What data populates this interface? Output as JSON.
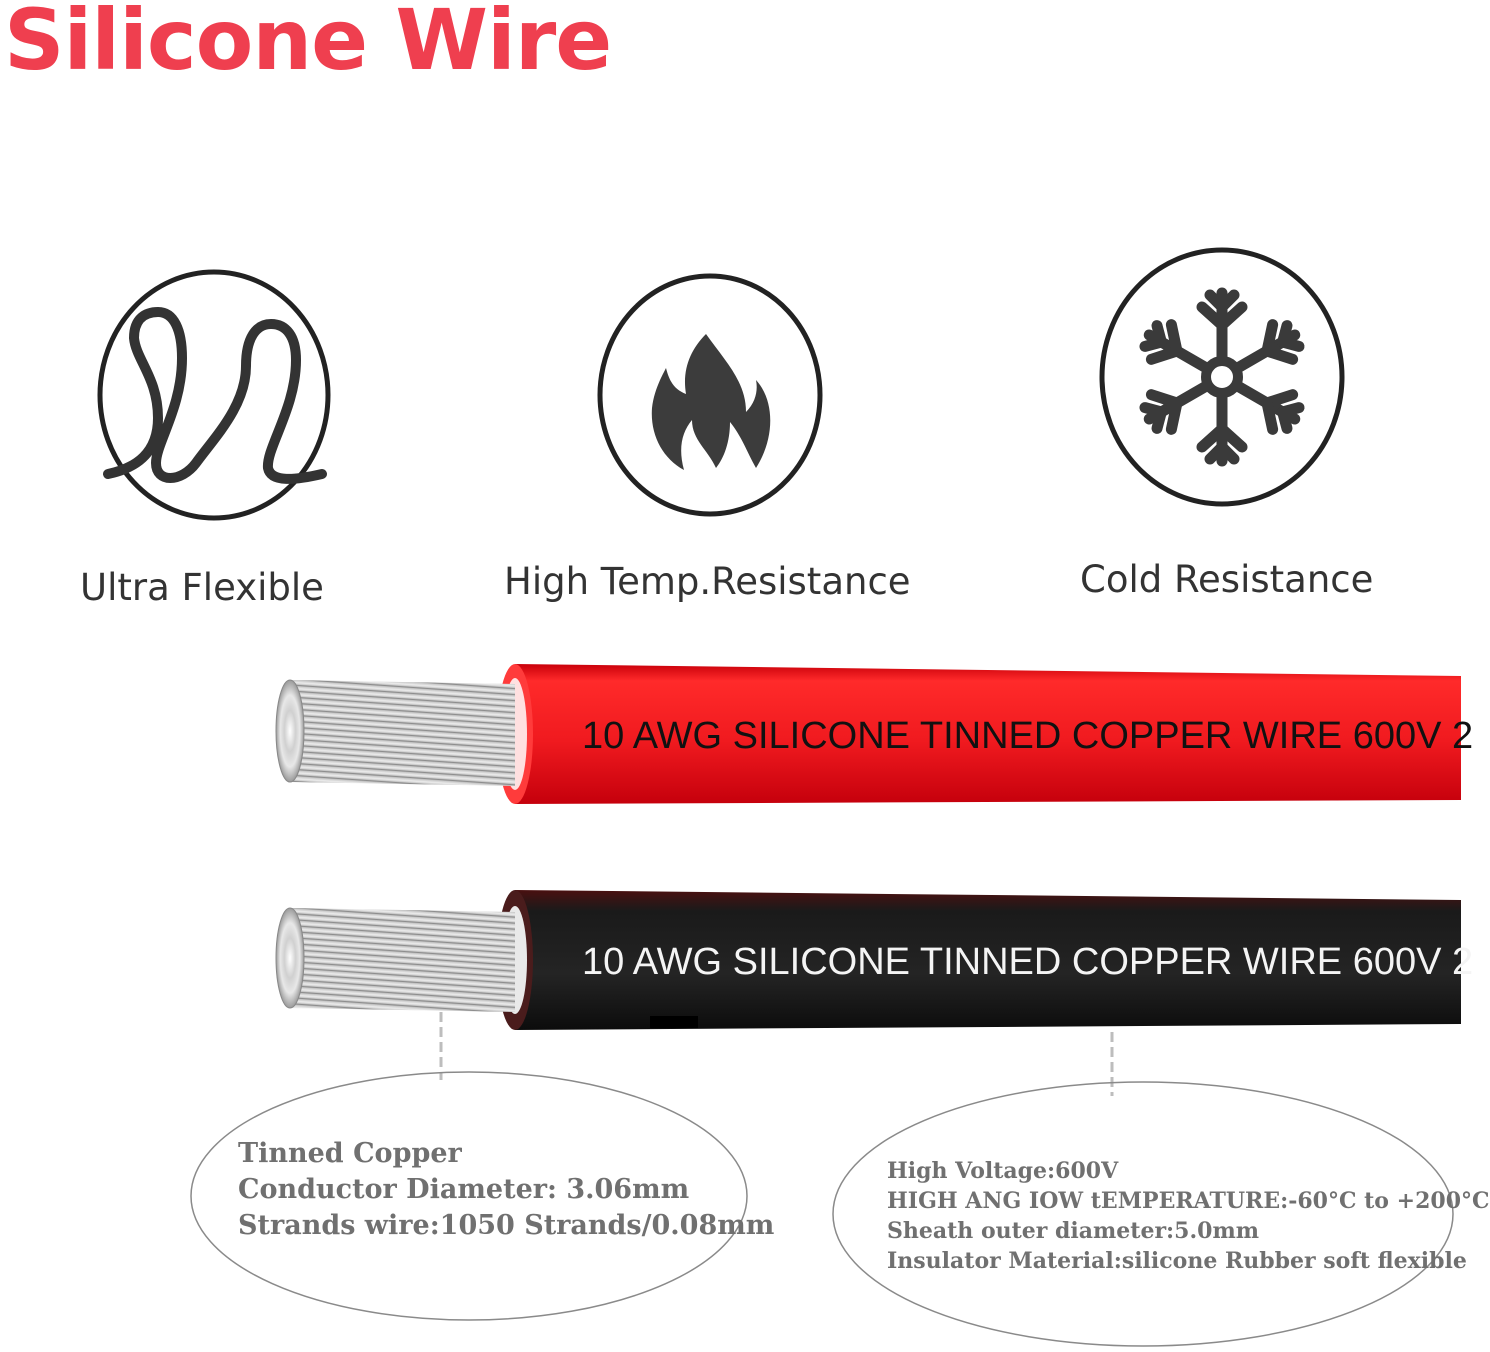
{
  "title": "Silicone Wire",
  "colors": {
    "title": "#ef3f4f",
    "red_sheath": "#e8141c",
    "black_sheath": "#1c1c1c",
    "icon_stroke": "#222222",
    "callout_text": "#707070"
  },
  "features": [
    {
      "icon": "coil-icon",
      "label": "Ultra Flexible"
    },
    {
      "icon": "flame-icon",
      "label": "High Temp.Resistance"
    },
    {
      "icon": "snowflake-icon",
      "label": "Cold Resistance"
    }
  ],
  "wires": {
    "red_print": "10 AWG SILICONE TINNED COPPER WIRE 600V 2",
    "black_print": "10 AWG SILICONE TINNED COPPER WIRE 600V 2"
  },
  "callouts": {
    "conductor": [
      "Tinned Copper",
      "Conductor Diameter: 3.06mm",
      "Strands wire:1050 Strands/0.08mm"
    ],
    "insulation": [
      "High Voltage:600V",
      "HIGH ANG IOW tEMPERATURE:-60°C to +200°C",
      "Sheath outer diameter:5.0mm",
      "Insulator Material:silicone Rubber soft flexible"
    ]
  }
}
